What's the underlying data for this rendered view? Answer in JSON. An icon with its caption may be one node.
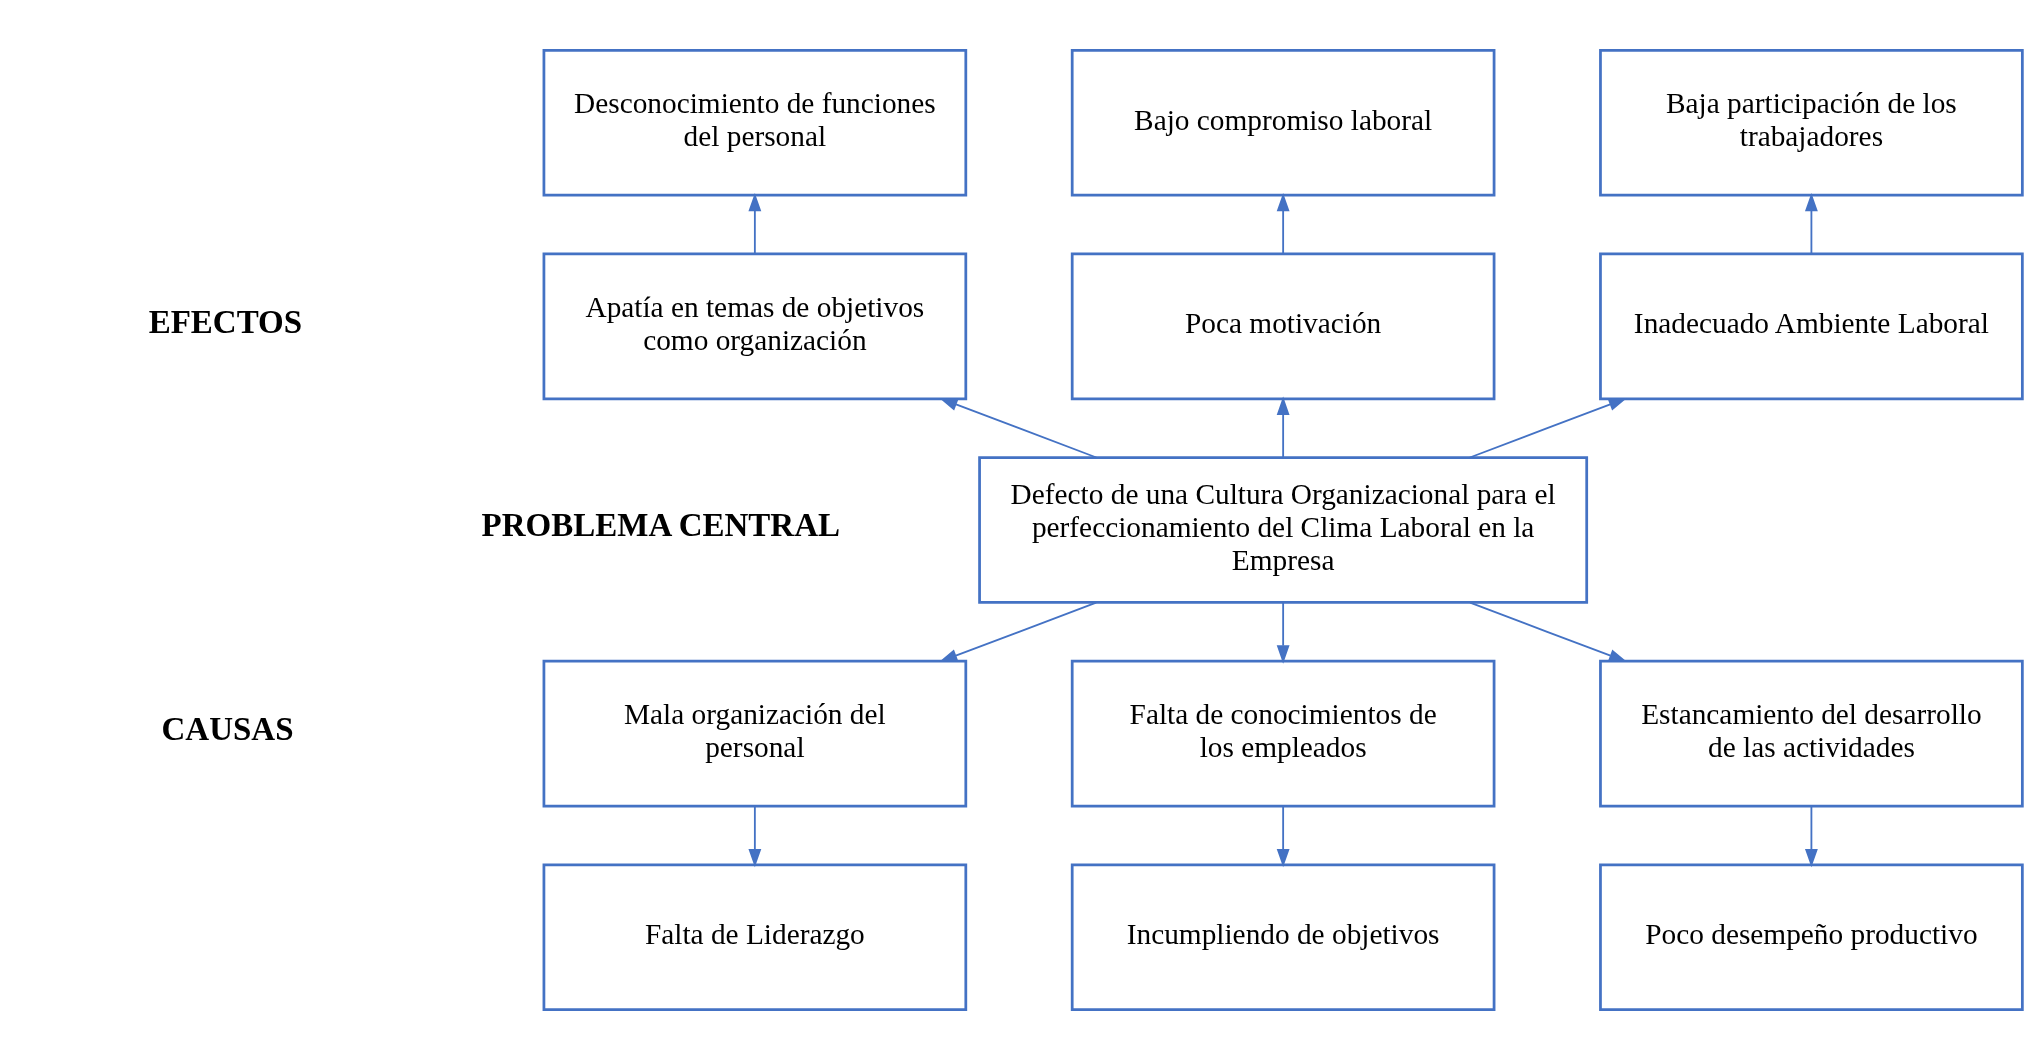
{
  "diagram": {
    "nodes": [
      {
        "text": [
          "Desconocimiento de funciones del personal"
        ]
      },
      {
        "text": [
          "Bajo compromiso laboral"
        ]
      },
      {
        "text": [
          "Baja participación de los trabajadores"
        ]
      },
      {
        "text": [
          "Apatía en temas de objetivos como organización"
        ]
      },
      {
        "text": [
          "Poca motivación"
        ]
      },
      {
        "text": [
          "Inadecuado Ambiente Laboral"
        ]
      },
      {
        "text": [
          "Defecto de una Cultura Organizacional para el perfeccionamiento del Clima Laboral en la Empresa"
        ]
      },
      {
        "text": [
          "Mala organización del personal"
        ]
      },
      {
        "text": [
          "Falta de conocimientos de los empleados"
        ]
      },
      {
        "text": [
          "Estancamiento del desarrollo de las actividades"
        ]
      },
      {
        "text": [
          "Falta de Liderazgo"
        ]
      },
      {
        "text": [
          "Incumpliendo de objetivos"
        ]
      },
      {
        "text": [
          "Poco desempeño productivo"
        ]
      }
    ],
    "edges": [
      {
        "from": 3,
        "to": 0,
        "arrow": "to"
      },
      {
        "from": 4,
        "to": 1,
        "arrow": "to"
      },
      {
        "from": 5,
        "to": 2,
        "arrow": "to"
      },
      {
        "from": 6,
        "to": 3,
        "arrow": "to"
      },
      {
        "from": 6,
        "to": 4,
        "arrow": "to"
      },
      {
        "from": 6,
        "to": 5,
        "arrow": "to"
      },
      {
        "from": 6,
        "to": 7,
        "arrow": "to"
      },
      {
        "from": 6,
        "to": 8,
        "arrow": "to"
      },
      {
        "from": 6,
        "to": 9,
        "arrow": "to"
      },
      {
        "from": 7,
        "to": 10,
        "arrow": "to"
      },
      {
        "from": 8,
        "to": 11,
        "arrow": "to"
      },
      {
        "from": 9,
        "to": 12,
        "arrow": "to"
      }
    ],
    "labels": [
      "EFECTOS",
      "PROBLEMA CENTRAL",
      "CAUSAS"
    ]
  }
}
